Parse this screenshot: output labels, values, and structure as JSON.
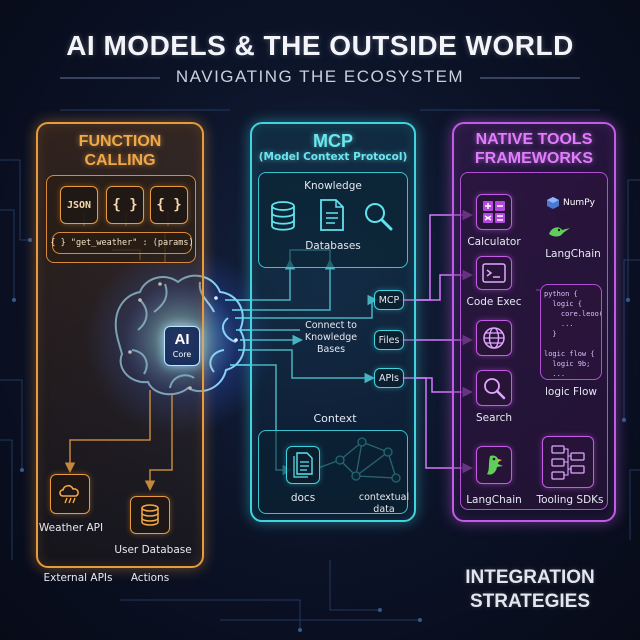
{
  "header": {
    "title": "AI MODELS & THE OUTSIDE WORLD",
    "subtitle": "NAVIGATING THE ECOSYSTEM"
  },
  "center": {
    "core_main": "AI",
    "core_sub": "Core"
  },
  "function_calling": {
    "title_line1": "FUNCTION",
    "title_line2": "CALLING",
    "json_label": "JSON",
    "brace1": "{ }",
    "brace2": "{ }",
    "call_example": "{ } \"get_weather\" : (params)",
    "weather_api": "Weather API",
    "user_database": "User Database",
    "external_apis": "External APIs",
    "actions": "Actions"
  },
  "mcp": {
    "title": "MCP",
    "subtitle": "(Model Context Protocol)",
    "knowledge": "Knowledge",
    "databases": "Databases",
    "connect_line1": "Connect to",
    "connect_line2": "Knowledge",
    "connect_line3": "Bases",
    "tag_mcp": "MCP",
    "tag_files": "Files",
    "tag_apis": "APIs",
    "context": "Context",
    "docs": "docs",
    "contextual_line1": "contextual",
    "contextual_line2": "data"
  },
  "native_tools": {
    "title_line1": "NATIVE TOOLS",
    "title_line2": "FRAMEWORKS",
    "calculator": "Calculator",
    "numpy": "NumPy",
    "langchain_top": "LangChain",
    "code_exec": "Code Exec",
    "code_sample": "python {\n  logic {\n    core.leoo()\n    ...\n  }\n\nlogic flow {\n  logic 9b;\n  ...\n}",
    "logic_flow": "logic Flow",
    "search": "Search",
    "langchain_bottom": "LangChain",
    "tooling_sdks": "Tooling SDKs"
  },
  "footer": {
    "line1": "INTEGRATION",
    "line2": "STRATEGIES"
  },
  "colors": {
    "orange": "#e89a3c",
    "cyan": "#3fd4e0",
    "purple": "#c45ae6",
    "background": "#0b1226"
  }
}
